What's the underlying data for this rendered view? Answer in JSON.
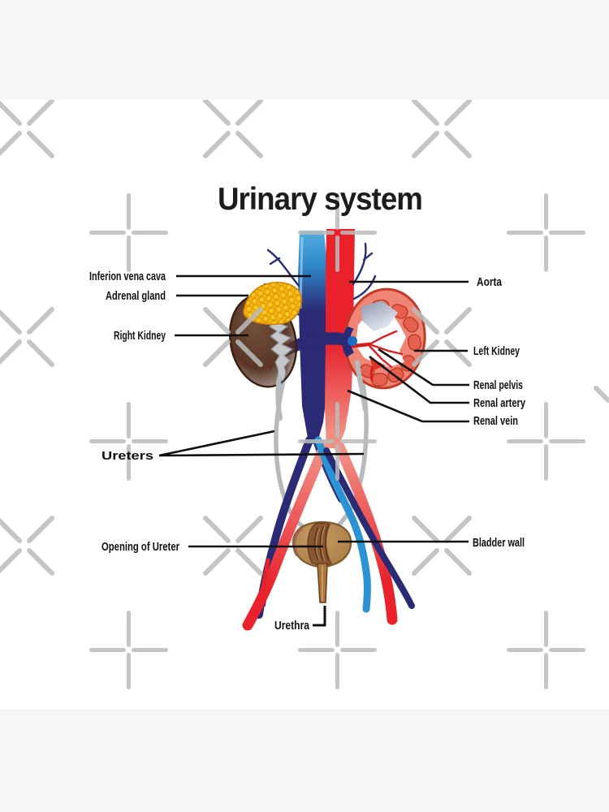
{
  "title": "Urinary system",
  "diagram": {
    "labels": {
      "inferior_vena_cava": "Inferion vena cava",
      "adrenal_gland": "Adrenal gland",
      "right_kidney": "Right Kidney",
      "aorta": "Aorta",
      "left_kidney": "Left Kidney",
      "renal_pelvis": "Renal pelvis",
      "renal_artery": "Renal artery",
      "renal_vein": "Renal vein",
      "ureters": "Ureters",
      "opening_of_ureter": "Opening of Ureter",
      "bladder_wall": "Bladder wall",
      "urethra": "Urethra"
    },
    "colors": {
      "artery_red": "#e8212b",
      "artery_salmon": "#f0958a",
      "vein_navy": "#2b2a74",
      "vein_light_blue": "#2b93d4",
      "right_kidney_brown": "#5a3526",
      "adrenal_yellow": "#ffc61a",
      "left_kidney_salmon": "#ef8575",
      "kidney_outline_red": "#c23b28",
      "ureter_gray": "#b6babc",
      "bladder_tan": "#b8864f",
      "watermark_gray": "#c6c8c8",
      "canvas_white": "#ffffff",
      "page_band_gray": "#f6f6f7",
      "label_black": "#101010"
    },
    "watermark_marks": [
      "x-mark",
      "plus-mark"
    ]
  }
}
